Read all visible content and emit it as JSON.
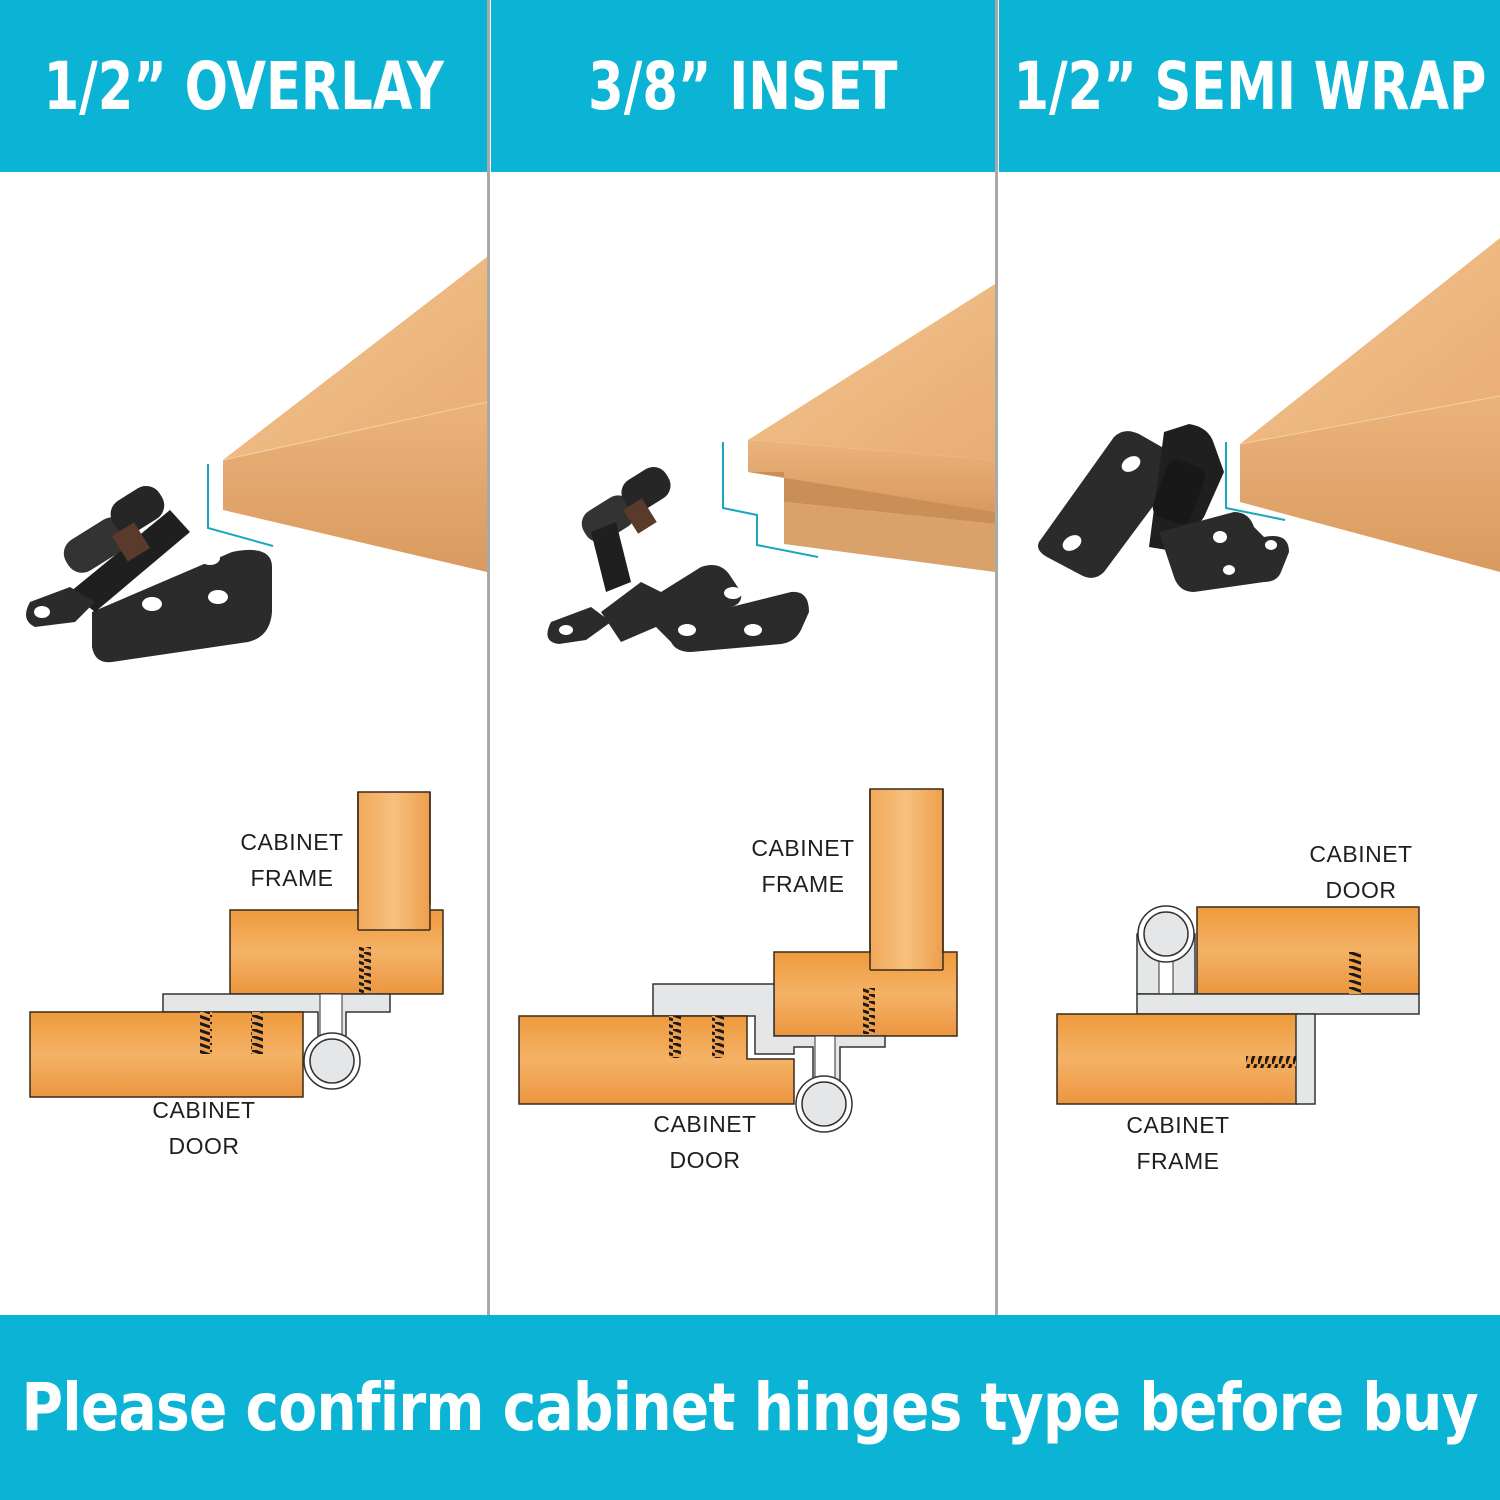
{
  "colors": {
    "accent": "#0bb3d4",
    "divider": "#a9a9a9",
    "wood_board": "#e6b07a",
    "wood_diagram": "#f0a048",
    "hinge_metal": "#2a2a2a",
    "hinge_plate_diagram": "#e4e6e8",
    "guide_line": "#1aa6bf"
  },
  "panels": [
    {
      "id": "overlay",
      "title": "1/2” OVERLAY",
      "photo_alt": "black self-closing overlay hinge next to flat wood board",
      "icon": "hinge-overlay-icon",
      "diagram": {
        "top_label_line1": "CABINET",
        "top_label_line2": "FRAME",
        "bottom_label_line1": "CABINET",
        "bottom_label_line2": "DOOR"
      }
    },
    {
      "id": "inset",
      "title": "3/8” INSET",
      "photo_alt": "black self-closing inset hinge next to rabbeted wood board",
      "icon": "hinge-inset-icon",
      "diagram": {
        "top_label_line1": "CABINET",
        "top_label_line2": "FRAME",
        "bottom_label_line1": "CABINET",
        "bottom_label_line2": "DOOR"
      }
    },
    {
      "id": "semi-wrap",
      "title": "1/2” SEMI WRAP",
      "photo_alt": "black self-closing semi wrap hinge next to flat wood board",
      "icon": "hinge-semi-wrap-icon",
      "diagram": {
        "top_label_line1": "CABINET",
        "top_label_line2": "DOOR",
        "bottom_label_line1": "CABINET",
        "bottom_label_line2": "FRAME"
      }
    }
  ],
  "footer": {
    "text": "Please confirm cabinet hinges type before buy"
  }
}
